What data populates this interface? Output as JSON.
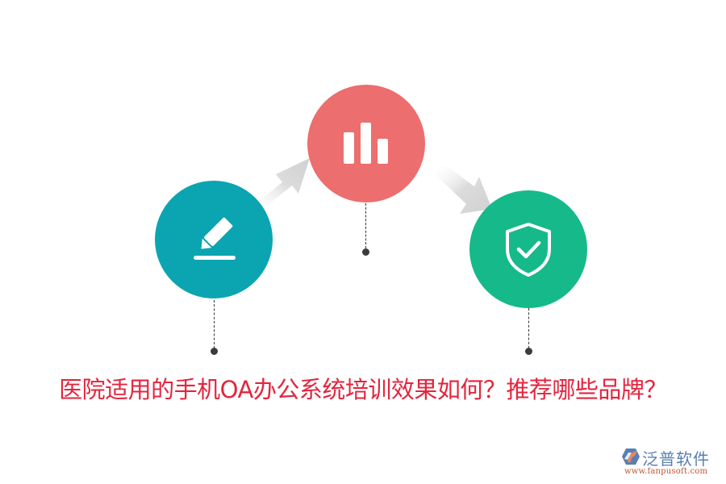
{
  "title": "医院适用的手机OA办公系统培训效果如何？推荐哪些品牌？",
  "steps": [
    {
      "id": "step-1",
      "icon": "edit-icon",
      "color": "#0aa5b1"
    },
    {
      "id": "step-2",
      "icon": "bar-chart-icon",
      "color": "#ec6e6e"
    },
    {
      "id": "step-3",
      "icon": "shield-check-icon",
      "color": "#16b98a"
    }
  ],
  "arrows": [
    {
      "icon": "arrow-up-right-icon",
      "color": "#d3d3d3"
    },
    {
      "icon": "arrow-down-right-icon",
      "color": "#d3d3d3"
    }
  ],
  "colors": {
    "title": "#e3253e",
    "connector": "#333333",
    "dot": "#3c3c3c"
  },
  "logo": {
    "name": "泛普软件",
    "url": "www.fanpusoft.com",
    "name_color": "#5a7fb2",
    "url_color": "#c0552f"
  }
}
